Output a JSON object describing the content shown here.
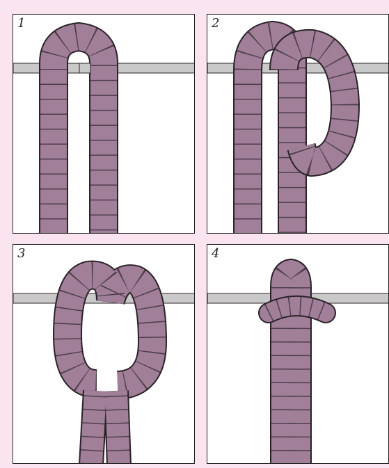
{
  "steps": [
    {
      "number": "1"
    },
    {
      "number": "2"
    },
    {
      "number": "3"
    },
    {
      "number": "4"
    }
  ],
  "colors": {
    "background": "#f9e4ef",
    "rope": "#a17f99",
    "rope_outline": "#2a2228",
    "dowel": "#c9c9c9",
    "panel": "#ffffff"
  },
  "icons": [
    "rope-icon",
    "dowel-icon"
  ]
}
